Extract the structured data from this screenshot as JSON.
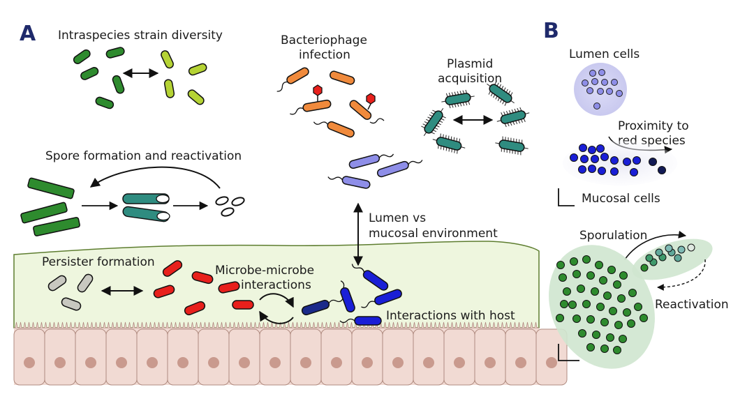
{
  "panels": {
    "a": "A",
    "b": "B"
  },
  "panel_a": {
    "strain_diversity": "Intraspecies strain diversity",
    "phage_line1": "Bacteriophage",
    "phage_line2": "infection",
    "plasmid_line1": "Plasmid",
    "plasmid_line2": "acquisition",
    "spore": "Spore formation and reactivation",
    "lumen_line1": "Lumen vs",
    "lumen_line2": "mucosal environment",
    "persister": "Persister formation",
    "microbe_line1": "Microbe-microbe",
    "microbe_line2": "interactions",
    "host": "Interactions with host"
  },
  "panel_b": {
    "lumen_cells": "Lumen cells",
    "proximity_line1": "Proximity to",
    "proximity_line2": "red species",
    "mucosal_cells": "Mucosal cells",
    "sporulation": "Sporulation",
    "reactivation": "Reactivation"
  },
  "colors": {
    "dark_green": "#2e8b2e",
    "lime": "#b5d334",
    "orange": "#f08a3c",
    "teal": "#2f8c80",
    "lavender": "#8e8ee8",
    "red": "#e8201c",
    "blue": "#1a1fd6",
    "navy": "#1b2a8a",
    "gray": "#c8c8c0",
    "mucus": "#eef6de",
    "epithelium": "#f1dad3",
    "nucleus": "#c99a8e",
    "panel_label": "#1f2a6b"
  }
}
